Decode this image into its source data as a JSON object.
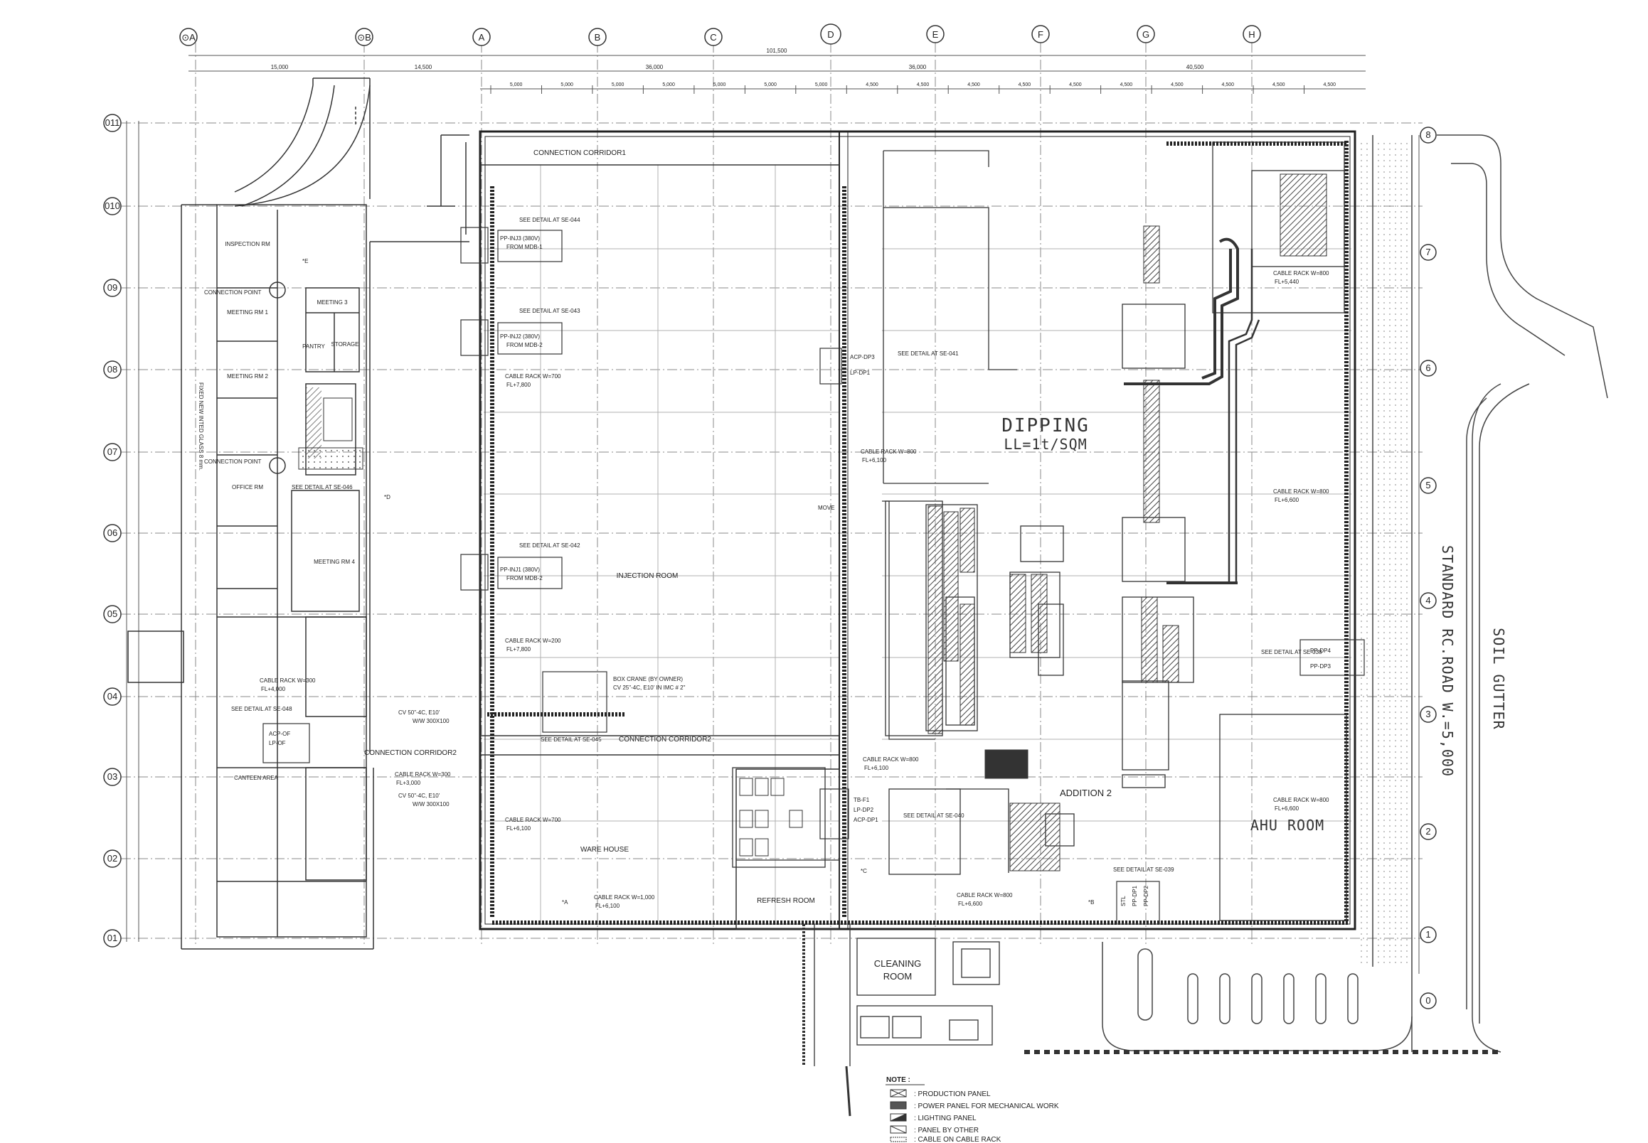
{
  "grid": {
    "columns": [
      "⊙A",
      "⊙B",
      "A",
      "B",
      "C",
      "D",
      "E",
      "F",
      "G",
      "H"
    ],
    "rows_left": [
      "01",
      "02",
      "03",
      "04",
      "05",
      "06",
      "07",
      "08",
      "09",
      "010",
      "011"
    ],
    "rows_right": [
      "8",
      "7",
      "6",
      "5",
      "4",
      "3",
      "2",
      "1",
      "0"
    ]
  },
  "dimensions": {
    "overall": "101,500",
    "top_row": [
      "15,000",
      "14,500",
      "36,000",
      "36,000",
      "40,500"
    ],
    "bays": [
      "5,000",
      "5,000",
      "5,000",
      "5,000",
      "5,000",
      "5,000",
      "5,000",
      "4,500",
      "4,500",
      "4,500",
      "4,500",
      "4,500",
      "4,500",
      "4,500",
      "4,500",
      "4,500",
      "4,500"
    ]
  },
  "rooms": {
    "dipping": "DIPPING",
    "dipping_load": "LL=1t/SQM",
    "injection": "INJECTION ROOM",
    "warehouse": "WARE HOUSE",
    "refresh": "REFRESH ROOM",
    "cleaning_1": "CLEANING",
    "cleaning_2": "ROOM",
    "ahu": "AHU ROOM",
    "addition": "ADDITION 2",
    "connection_corridor_top": "CONNECTION CORRIDOR1",
    "connection_corridor_mid": "CONNECTION CORRIDOR2",
    "connection_corridor_low": "CONNECTION CORRIDOR2",
    "inspection": "INSPECTION RM",
    "meeting1": "MEETING RM 1",
    "meeting2": "MEETING RM 2",
    "meeting3": "MEETING 3",
    "meeting4": "MEETING RM 4",
    "pantry": "PANTRY",
    "storage": "STORAGE",
    "office": "OFFICE RM",
    "canteen": "CANTEEN AREA",
    "fixed_glass": "FIXED NEW INTED GLASS 8 mm.",
    "move": "MOVE",
    "road": "STANDARD RC.ROAD W.=5,000",
    "gutter": "SOIL GUTTER"
  },
  "callouts": {
    "connection_point": "CONNECTION POINT",
    "pp_inj3": "PP-INJ3 (380V)",
    "pp_inj3_from": "FROM MDB-1",
    "pp_inj2": "PP-INJ2 (380V)",
    "pp_inj2_from": "FROM MDB-2",
    "pp_inj1": "PP-INJ1 (380V)",
    "pp_inj1_from": "FROM MDB-2",
    "see_se044": "SEE DETAIL AT SE-044",
    "see_se043": "SEE DETAIL AT SE-043",
    "see_se042": "SEE DETAIL AT SE-042",
    "see_se041": "SEE DETAIL AT SE-041",
    "see_se040": "SEE DETAIL AT SE-040",
    "see_se039": "SEE DETAIL AT SE-039",
    "see_se038": "SEE DETAIL AT SE-038",
    "see_se045": "SEE DETAIL AT SE-045",
    "see_se046": "SEE DETAIL AT SE-046",
    "see_se048": "SEE DETAIL AT SE-048",
    "acp_dp3": "ACP-DP3",
    "lp_dp1": "LP-DP1",
    "acp_dp1": "ACP-DP1",
    "tb_f1": "TB-F1",
    "lp_dp2": "LP-DP2",
    "acp_of": "ACP-OF",
    "lp_of": "LP-OF",
    "pp_dp4": "PP-DP4",
    "pp_dp3": "PP-DP3",
    "stl": "STL",
    "pp_dp1": "PP-DP1",
    "pp_dp2": "PP-DP2",
    "rack_w700_a": "CABLE RACK W=700",
    "fl_7800": "FL+7,800",
    "rack_w200": "CABLE RACK W=200",
    "fl_7800_b": "FL+7,800",
    "rack_w700_b": "CABLE RACK W=700",
    "fl_6100": "FL+6,100",
    "rack_w1000": "CABLE RACK W=1,000",
    "fl_6100_b": "FL+6,100",
    "rack_w800_a": "CABLE RACK W=800",
    "fl_6100_c": "FL+6,100",
    "rack_w800_b": "CABLE RACK W=800",
    "fl_6100_d": "FL+6,100",
    "rack_w800_c": "CABLE RACK W=800",
    "fl_6600": "FL+6,600",
    "rack_w800_d": "CABLE RACK W=800",
    "fl_5440": "FL+5,440",
    "rack_w800_e": "CABLE RACK W=800",
    "fl_6600_b": "FL+6,600",
    "rack_w800_f": "CABLE RACK W=800",
    "fl_6600_c": "FL+6,600",
    "rack_w300_a": "CABLE RACK W=300",
    "fl_4000": "FL+4,000",
    "rack_w300_b": "CABLE RACK W=300",
    "fl_3000": "FL+3,000",
    "cv_50_a": "CV 50\"-4C, E10'",
    "ww_a": "W/W 300X100",
    "cv_50_b": "CV 50\"-4C, E10'",
    "ww_b": "W/W 300X100",
    "box_crane": "BOX CRANE (BY OWNER)",
    "cv_25": "CV 25\"-4C, E10' IN IMC # 2\"",
    "marker_a": "*A",
    "marker_b": "*B",
    "marker_c": "*C",
    "marker_d": "*D",
    "marker_e": "*E"
  },
  "legend": {
    "title": "NOTE :",
    "items": [
      ": PRODUCTION PANEL",
      ": POWER PANEL FOR MECHANICAL WORK",
      ": LIGHTING PANEL",
      ": PANEL BY OTHER",
      ": CABLE ON CABLE RACK"
    ]
  },
  "colors": {
    "line": "#333333",
    "light": "#9a9a9a",
    "hatch": "#555555",
    "bg": "#ffffff"
  }
}
